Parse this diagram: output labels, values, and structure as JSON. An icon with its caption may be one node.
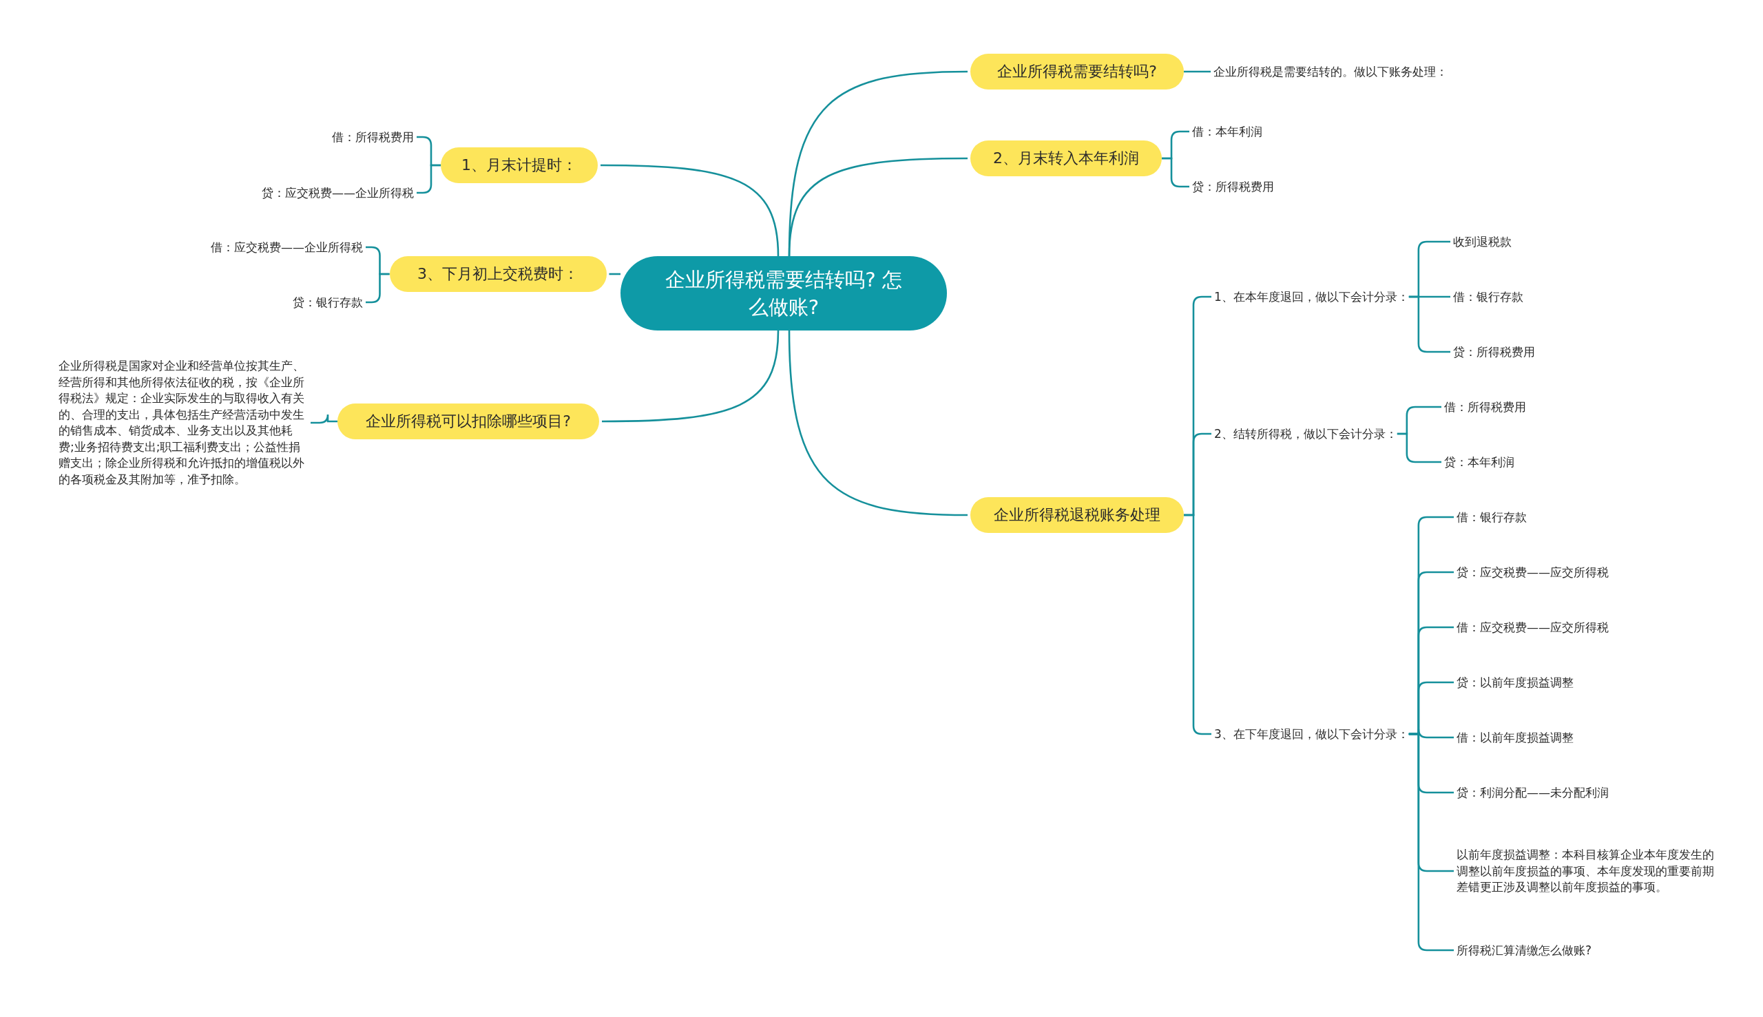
{
  "diagram": {
    "nodes": [
      {
        "text": [
          "企业所得税需要结转吗? 怎么做账?"
        ]
      },
      {
        "text": [
          "企业所得税需要结转吗?"
        ]
      },
      {
        "text": [
          "企业所得税是需要结转的。做以下账务处理："
        ]
      },
      {
        "text": [
          "2、月末转入本年利润"
        ]
      },
      {
        "text": [
          "借：本年利润"
        ]
      },
      {
        "text": [
          "贷：所得税费用"
        ]
      },
      {
        "text": [
          "企业所得税退税账务处理"
        ]
      },
      {
        "text": [
          "1、在本年度退回，做以下会计分录："
        ]
      },
      {
        "text": [
          "收到退税款"
        ]
      },
      {
        "text": [
          "借：银行存款"
        ]
      },
      {
        "text": [
          "贷：所得税费用"
        ]
      },
      {
        "text": [
          "2、结转所得税，做以下会计分录："
        ]
      },
      {
        "text": [
          "借：所得税费用"
        ]
      },
      {
        "text": [
          "贷：本年利润"
        ]
      },
      {
        "text": [
          "3、在下年度退回，做以下会计分录："
        ]
      },
      {
        "text": [
          "借：银行存款"
        ]
      },
      {
        "text": [
          "贷：应交税费——应交所得税"
        ]
      },
      {
        "text": [
          "借：应交税费——应交所得税"
        ]
      },
      {
        "text": [
          "贷：以前年度损益调整"
        ]
      },
      {
        "text": [
          "借：以前年度损益调整"
        ]
      },
      {
        "text": [
          "贷：利润分配——未分配利润"
        ]
      },
      {
        "text": [
          "以前年度损益调整：本科目核算企业本年度发生的调整以前年度损益的事项、本年度发现的重要前期差错更正涉及调整以前年度损益的事项。"
        ]
      },
      {
        "text": [
          "所得税汇算清缴怎么做账?"
        ]
      },
      {
        "text": [
          "1、月末计提时："
        ]
      },
      {
        "text": [
          "借：所得税费用"
        ]
      },
      {
        "text": [
          "贷：应交税费——企业所得税"
        ]
      },
      {
        "text": [
          "3、下月初上交税费时："
        ]
      },
      {
        "text": [
          "借：应交税费——企业所得税"
        ]
      },
      {
        "text": [
          "贷：银行存款"
        ]
      },
      {
        "text": [
          "企业所得税可以扣除哪些项目?"
        ]
      },
      {
        "text": [
          "企业所得税是国家对企业和经营单位按其生产、经营所得和其他所得依法征收的税，按《企业所得税法》规定：企业实际发生的与取得收入有关的、合理的支出，具体包括生产经营活动中发生的销售成本、销货成本、业务支出以及其他耗费;业务招待费支出;职工福利费支出；公益性捐赠支出；除企业所得税和允许抵扣的增值税以外的各项税金及其附加等，准予扣除。"
        ]
      }
    ],
    "edges": [
      {
        "from": 0,
        "to": 1,
        "arrow": "none"
      },
      {
        "from": 1,
        "to": 2,
        "arrow": "none"
      },
      {
        "from": 0,
        "to": 3,
        "arrow": "none"
      },
      {
        "from": 3,
        "to": 4,
        "arrow": "none"
      },
      {
        "from": 3,
        "to": 5,
        "arrow": "none"
      },
      {
        "from": 0,
        "to": 6,
        "arrow": "none"
      },
      {
        "from": 6,
        "to": 7,
        "arrow": "none"
      },
      {
        "from": 7,
        "to": 8,
        "arrow": "none"
      },
      {
        "from": 7,
        "to": 9,
        "arrow": "none"
      },
      {
        "from": 7,
        "to": 10,
        "arrow": "none"
      },
      {
        "from": 6,
        "to": 11,
        "arrow": "none"
      },
      {
        "from": 11,
        "to": 12,
        "arrow": "none"
      },
      {
        "from": 11,
        "to": 13,
        "arrow": "none"
      },
      {
        "from": 6,
        "to": 14,
        "arrow": "none"
      },
      {
        "from": 14,
        "to": 15,
        "arrow": "none"
      },
      {
        "from": 14,
        "to": 16,
        "arrow": "none"
      },
      {
        "from": 14,
        "to": 17,
        "arrow": "none"
      },
      {
        "from": 14,
        "to": 18,
        "arrow": "none"
      },
      {
        "from": 14,
        "to": 19,
        "arrow": "none"
      },
      {
        "from": 14,
        "to": 20,
        "arrow": "none"
      },
      {
        "from": 14,
        "to": 21,
        "arrow": "none"
      },
      {
        "from": 14,
        "to": 22,
        "arrow": "none"
      },
      {
        "from": 0,
        "to": 23,
        "arrow": "none"
      },
      {
        "from": 23,
        "to": 24,
        "arrow": "none"
      },
      {
        "from": 23,
        "to": 25,
        "arrow": "none"
      },
      {
        "from": 0,
        "to": 26,
        "arrow": "none"
      },
      {
        "from": 26,
        "to": 27,
        "arrow": "none"
      },
      {
        "from": 26,
        "to": 28,
        "arrow": "none"
      },
      {
        "from": 0,
        "to": 29,
        "arrow": "none"
      },
      {
        "from": 29,
        "to": 30,
        "arrow": "none"
      }
    ]
  }
}
